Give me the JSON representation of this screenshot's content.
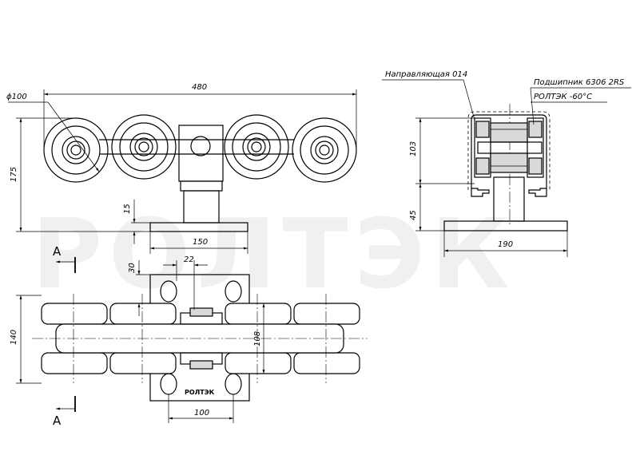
{
  "watermark": "РОЛТЭК",
  "front_view": {
    "diameter": "ϕ100",
    "width": "480",
    "height": "175",
    "plate_thickness": "15",
    "plate_width": "150"
  },
  "side_view": {
    "guide_label": "Направляющая 014",
    "bearing_label": "Подшипник 6306 2RS",
    "brand_temp_label": "РОЛТЭК    -60°С",
    "height_upper": "103",
    "height_lower": "45",
    "base_width": "190"
  },
  "top_view": {
    "section_mark": "A",
    "dim_30": "30",
    "dim_22": "22",
    "dim_140": "140",
    "dim_108": "108",
    "dim_100": "100",
    "plate_brand": "РОЛТЭК"
  }
}
